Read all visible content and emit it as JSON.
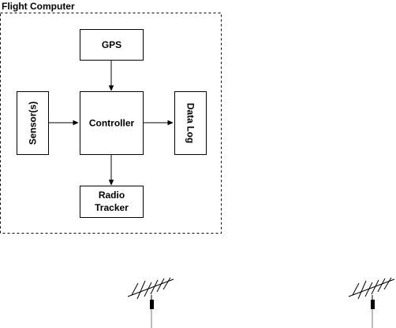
{
  "container": {
    "title": "Flight Computer"
  },
  "nodes": {
    "gps": {
      "label": "GPS"
    },
    "controller": {
      "label": "Controller"
    },
    "sensors": {
      "label": "Sensor(s)"
    },
    "data_log": {
      "label": "Data Log"
    },
    "radio_tracker": {
      "label_line1": "Radio",
      "label_line2": "Tracker"
    }
  },
  "edges": [
    {
      "from": "gps",
      "to": "controller"
    },
    {
      "from": "sensors",
      "to": "controller"
    },
    {
      "from": "controller",
      "to": "data_log"
    },
    {
      "from": "controller",
      "to": "radio_tracker"
    }
  ],
  "icons": {
    "antenna_left": "yagi-antenna-icon",
    "antenna_right": "yagi-antenna-icon"
  }
}
